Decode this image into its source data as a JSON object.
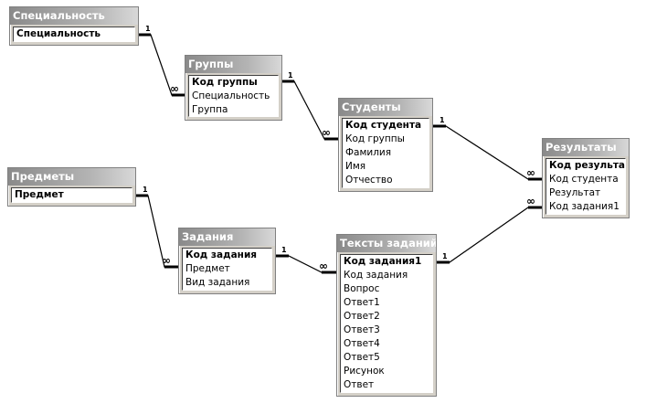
{
  "tables": {
    "spec": {
      "title": "Специальность",
      "fields": [
        "Специальность"
      ],
      "key_fields": 1
    },
    "groups": {
      "title": "Группы",
      "fields": [
        "Код группы",
        "Специальность",
        "Группа"
      ],
      "key_fields": 1
    },
    "stud": {
      "title": "Студенты",
      "fields": [
        "Код студента",
        "Код группы",
        "Фамилия",
        "Имя",
        "Отчество"
      ],
      "key_fields": 1
    },
    "res": {
      "title": "Результаты",
      "fields": [
        "Код результата",
        "Код студента",
        "Результат",
        "Код задания1"
      ],
      "key_fields": 1
    },
    "subj": {
      "title": "Предметы",
      "fields": [
        "Предмет"
      ],
      "key_fields": 1
    },
    "tasks": {
      "title": "Задания",
      "fields": [
        "Код задания",
        "Предмет",
        "Вид задания"
      ],
      "key_fields": 1
    },
    "texts": {
      "title": "Тексты заданий",
      "fields": [
        "Код задания1",
        "Код задания",
        "Вопрос",
        "Ответ1",
        "Ответ2",
        "Ответ3",
        "Ответ4",
        "Ответ5",
        "Рисунок",
        "Ответ"
      ],
      "key_fields": 1
    }
  },
  "relationships": [
    {
      "from": "spec",
      "to": "groups",
      "from_label": "1",
      "to_label": "∞"
    },
    {
      "from": "groups",
      "to": "stud",
      "from_label": "1",
      "to_label": "∞"
    },
    {
      "from": "stud",
      "to": "res",
      "from_label": "1",
      "to_label": "∞"
    },
    {
      "from": "subj",
      "to": "tasks",
      "from_label": "1",
      "to_label": "∞"
    },
    {
      "from": "tasks",
      "to": "texts",
      "from_label": "1",
      "to_label": "∞"
    },
    {
      "from": "texts",
      "to": "res",
      "from_label": "1",
      "to_label": "∞"
    }
  ]
}
